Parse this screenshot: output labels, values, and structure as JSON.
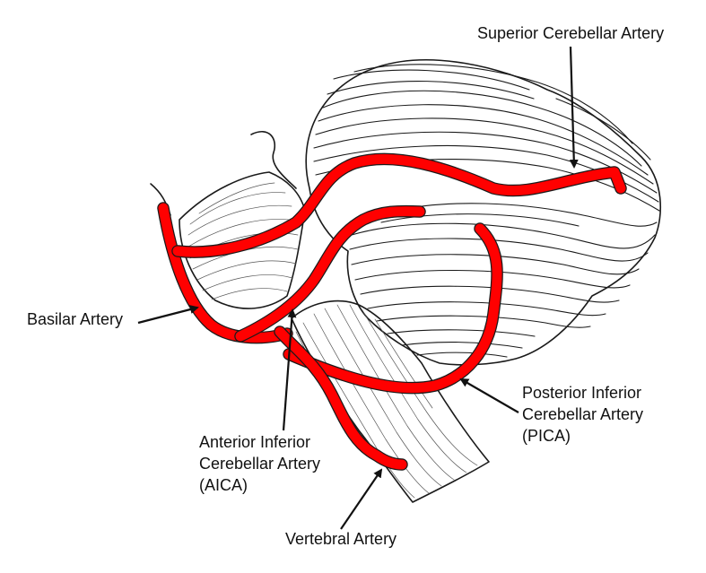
{
  "diagram": {
    "artery_color": "#ff0000",
    "artery_edge_color": "#1a1a1a",
    "labels": {
      "superior": "Superior Cerebellar Artery",
      "basilar": "Basilar Artery",
      "pica_line1": "Posterior Inferior",
      "pica_line2": "Cerebellar Artery",
      "pica_line3": "(PICA)",
      "aica_line1": "Anterior Inferior",
      "aica_line2": "Cerebellar Artery",
      "aica_line3": "(AICA)",
      "vertebral": "Vertebral Artery"
    }
  }
}
